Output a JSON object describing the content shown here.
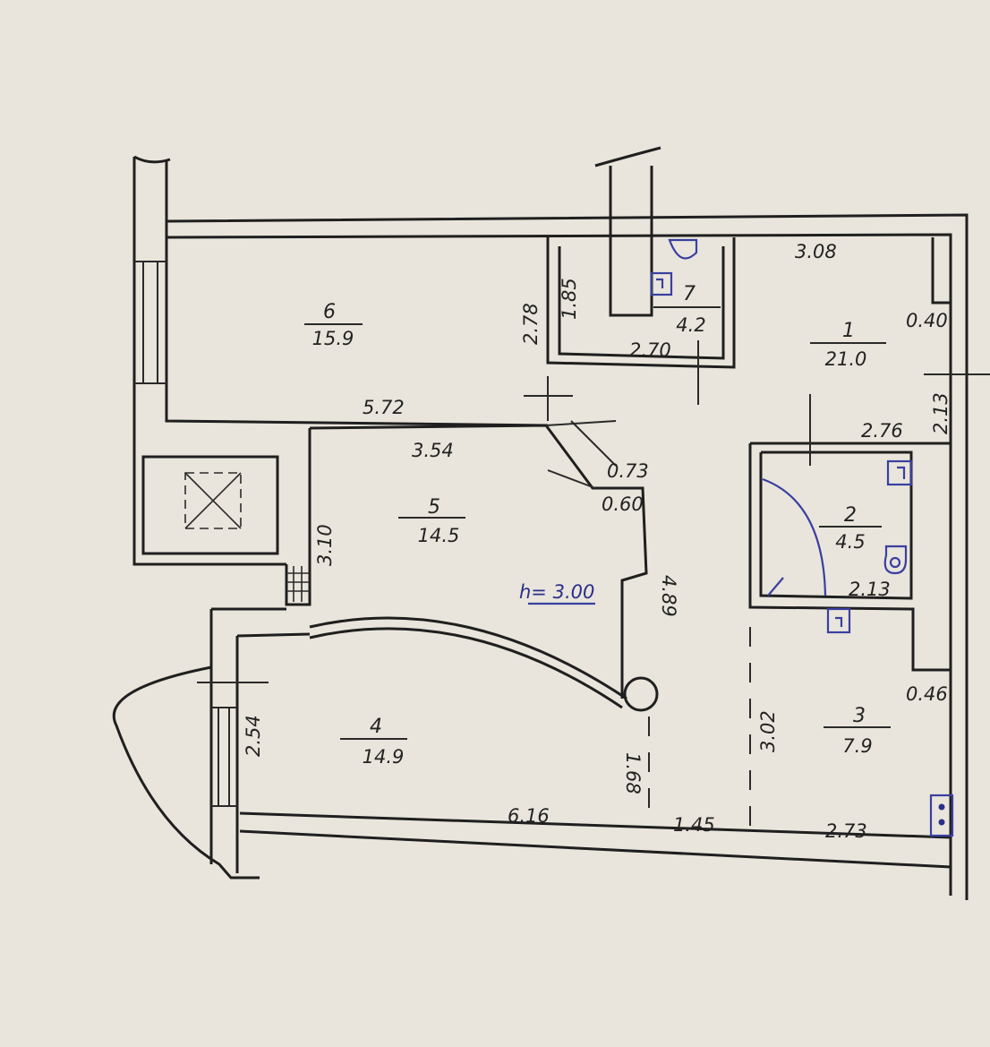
{
  "rooms": [
    {
      "number": "1",
      "area": "21.0"
    },
    {
      "number": "2",
      "area": "4.5"
    },
    {
      "number": "3",
      "area": "7.9"
    },
    {
      "number": "4",
      "area": "14.9"
    },
    {
      "number": "5",
      "area": "14.5"
    },
    {
      "number": "6",
      "area": "15.9"
    },
    {
      "number": "7",
      "area": "4.2"
    }
  ],
  "ceiling_height": "h= 3.00",
  "dimensions": {
    "d_3_08": "3.08",
    "d_0_40": "0.40",
    "d_2_13a": "2.13",
    "d_2_76": "2.76",
    "d_2_78": "2.78",
    "d_1_85": "1.85",
    "d_2_70": "2.70",
    "d_5_72": "5.72",
    "d_3_54": "3.54",
    "d_0_73": "0.73",
    "d_0_60": "0.60",
    "d_3_10": "3.10",
    "d_4_89": "4.89",
    "d_2_13b": "2.13",
    "d_0_46": "0.46",
    "d_3_02": "3.02",
    "d_2_54": "2.54",
    "d_1_68": "1.68",
    "d_6_16": "6.16",
    "d_1_45": "1.45",
    "d_2_73": "2.73"
  },
  "colors": {
    "paper": "#e9e5dc",
    "ink": "#1f1f1f",
    "blue_ink": "#2a2f8a"
  }
}
